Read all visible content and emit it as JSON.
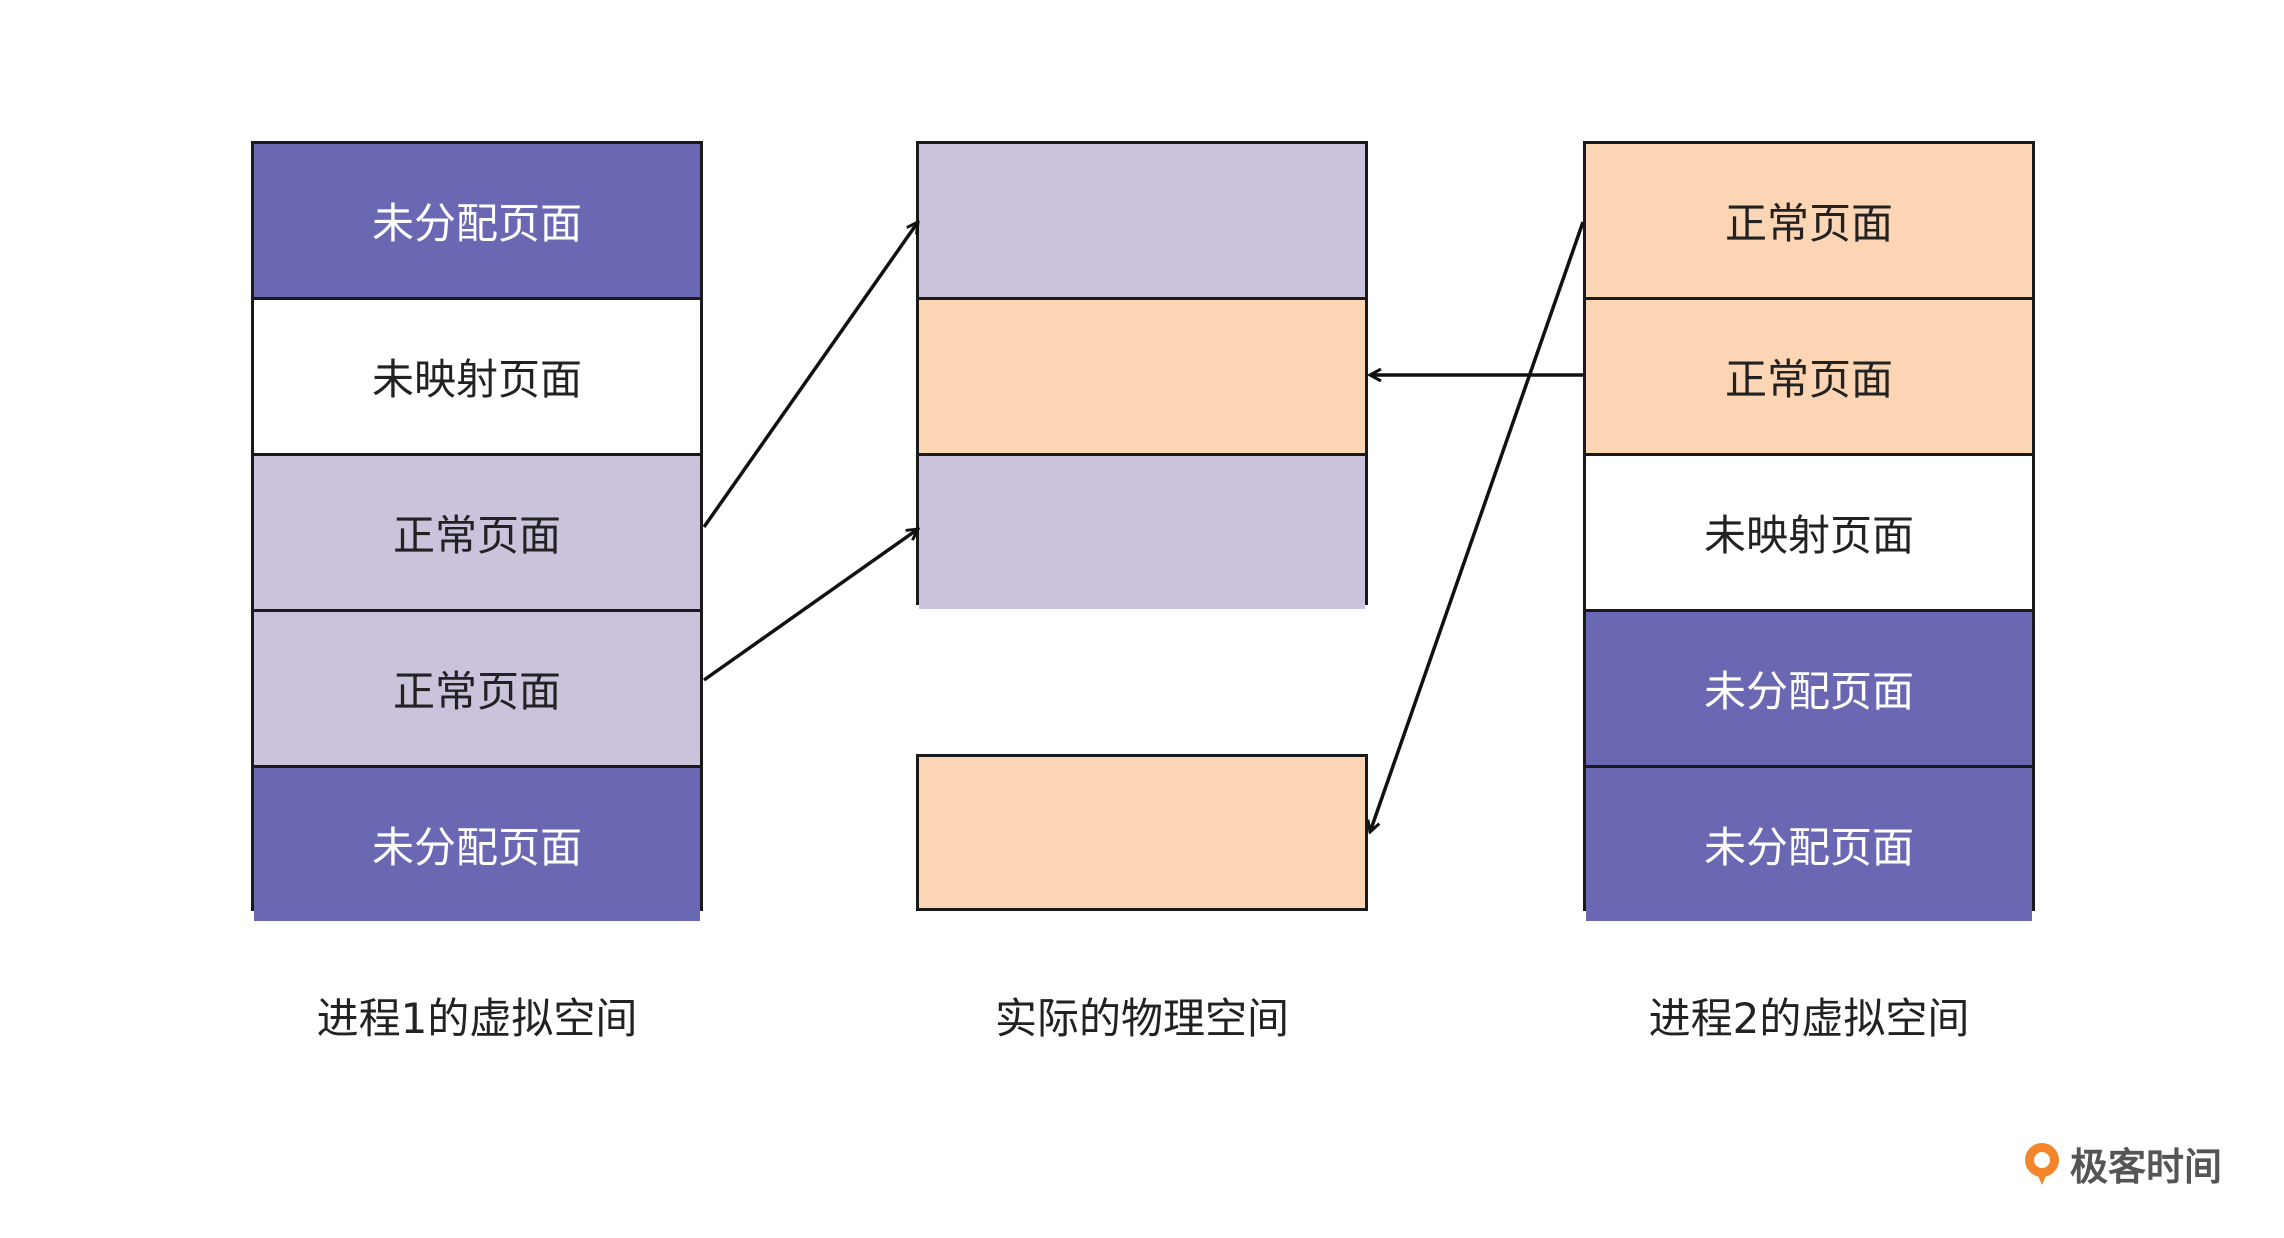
{
  "process1": {
    "cells": [
      {
        "label": "未分配页面",
        "kind": "unalloc"
      },
      {
        "label": "未映射页面",
        "kind": "unmapped"
      },
      {
        "label": "正常页面",
        "kind": "normal-purple"
      },
      {
        "label": "正常页面",
        "kind": "normal-purple"
      },
      {
        "label": "未分配页面",
        "kind": "unalloc"
      }
    ],
    "caption": "进程1的虚拟空间"
  },
  "physical": {
    "caption": "实际的物理空间"
  },
  "process2": {
    "cells": [
      {
        "label": "正常页面",
        "kind": "normal-peach"
      },
      {
        "label": "正常页面",
        "kind": "normal-peach"
      },
      {
        "label": "未映射页面",
        "kind": "unmapped"
      },
      {
        "label": "未分配页面",
        "kind": "unalloc"
      },
      {
        "label": "未分配页面",
        "kind": "unalloc"
      }
    ],
    "caption": "进程2的虚拟空间"
  },
  "brand": {
    "name": "极客时间"
  },
  "colors": {
    "unallocated": "#6b68b3",
    "normal_purple": "#cbc3dc",
    "normal_peach": "#fcd5b5",
    "unmapped": "#ffffff",
    "logo_accent": "#f5852a"
  }
}
